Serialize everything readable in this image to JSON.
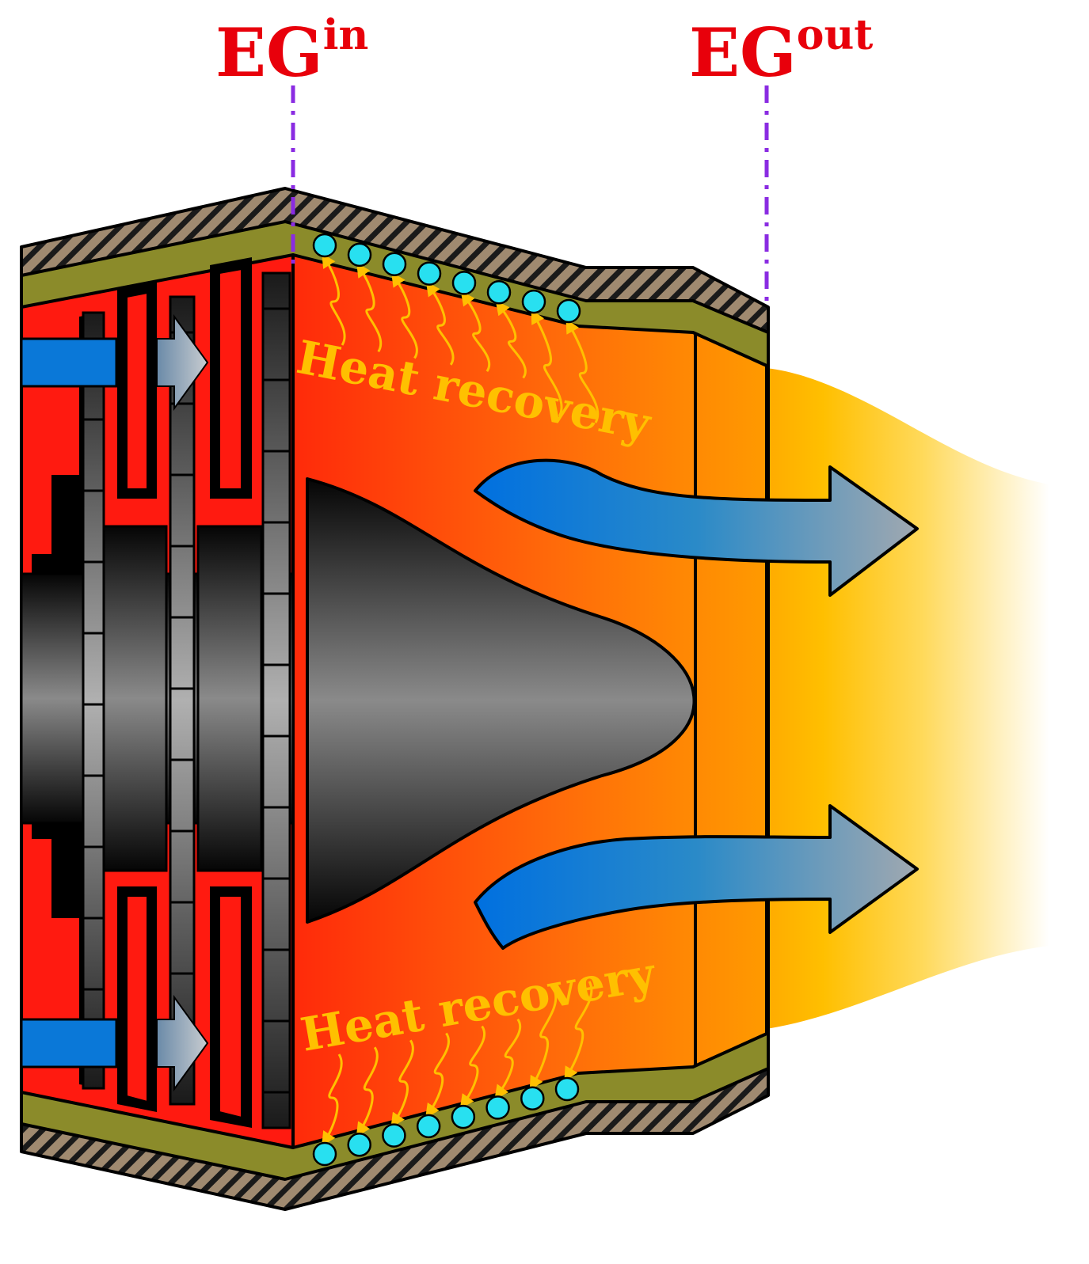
{
  "labels": {
    "inlet_main": "EG",
    "inlet_sup": "in",
    "outlet_main": "EG",
    "outlet_sup": "out",
    "heat_top": "Heat recovery",
    "heat_bottom": "Heat recovery"
  },
  "colors": {
    "label_red": "#e8000b",
    "marker_purple": "#8a2be2",
    "heat_yellow": "#ffc000",
    "casing_hatch": "#a08a70",
    "insulation_olive": "#8b8b2a",
    "combustor_red": "#ff1a10",
    "flow_blue": "#0a78d8",
    "coolant_cyan": "#28e0f0"
  }
}
